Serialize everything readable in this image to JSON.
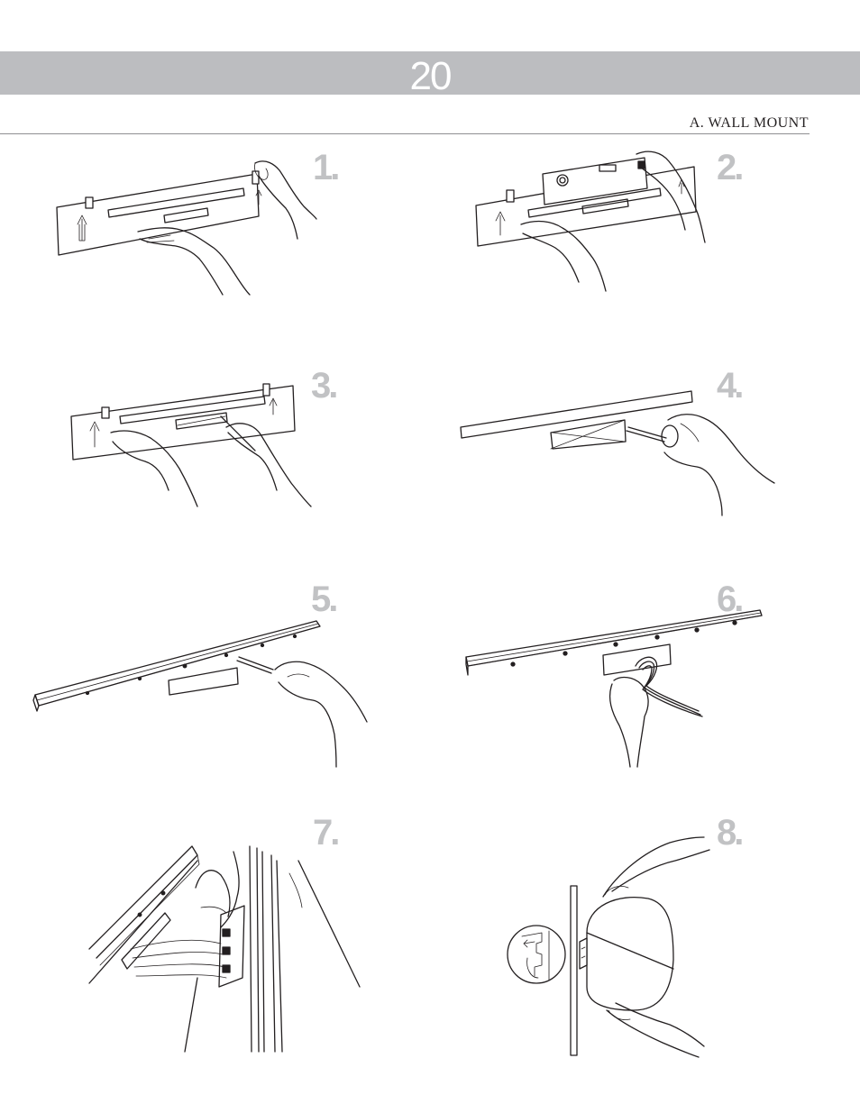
{
  "page": {
    "number": "20"
  },
  "section": {
    "title": "A. WALL MOUNT"
  },
  "steps": [
    {
      "label": "1."
    },
    {
      "label": "2."
    },
    {
      "label": "3."
    },
    {
      "label": "4."
    },
    {
      "label": "5."
    },
    {
      "label": "6."
    },
    {
      "label": "7."
    },
    {
      "label": "8."
    }
  ],
  "colors": {
    "header_band": "#bcbdc0",
    "step_number": "#c1c2c4",
    "line_art": "#231f20"
  }
}
